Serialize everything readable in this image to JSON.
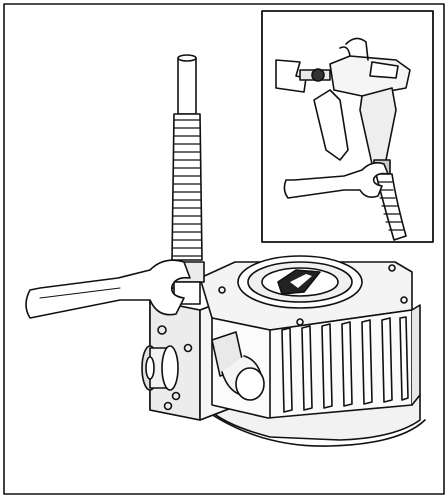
{
  "figure": {
    "background": "#ffffff",
    "line_color": "#111111",
    "shade_light": "#f0f0f0",
    "shade_mid": "#d8d8d8",
    "shade_dark": "#bdbdbd"
  },
  "parts": {
    "main": [
      "outer-frame",
      "suction-tube",
      "wrench",
      "pump-housing",
      "cooling-fins",
      "inlet-fitting",
      "outlet-cap",
      "base-plate",
      "logo-emblem"
    ],
    "inset": [
      "inset-frame",
      "spray-gun",
      "spray-tip",
      "gun-trigger",
      "inset-wrench",
      "fluid-hose"
    ]
  }
}
